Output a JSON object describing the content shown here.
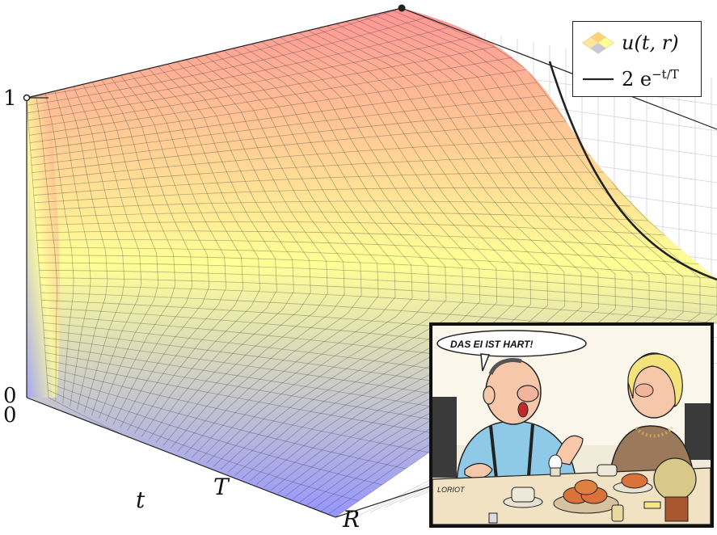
{
  "chart_data": {
    "type": "surface",
    "series": [
      {
        "name": "u(t,r)",
        "kind": "surface",
        "colormap": [
          "#8c8cff",
          "#ffff8c",
          "#ff8c8c"
        ]
      },
      {
        "name": "2e^{-t/T}",
        "kind": "line",
        "color": "#222222"
      }
    ],
    "axes": {
      "t": {
        "label": "t",
        "tick_labels": [
          "0",
          "T"
        ]
      },
      "r": {
        "label": "",
        "tick_labels": [
          "R"
        ]
      },
      "u": {
        "label": "",
        "tick_labels": [
          "0",
          "1"
        ],
        "ylim": [
          0,
          1
        ]
      }
    },
    "legend": {
      "placement": "top-right",
      "entries": [
        {
          "text": "u(t, r)",
          "marker": "surface-swatch"
        },
        {
          "text": "2 e",
          "superscript": "−t/T",
          "marker": "line"
        }
      ]
    },
    "grid": true
  },
  "inset_cartoon": {
    "speech_bubble": "DAS EI IST HART!",
    "signature": "LORIOT"
  }
}
